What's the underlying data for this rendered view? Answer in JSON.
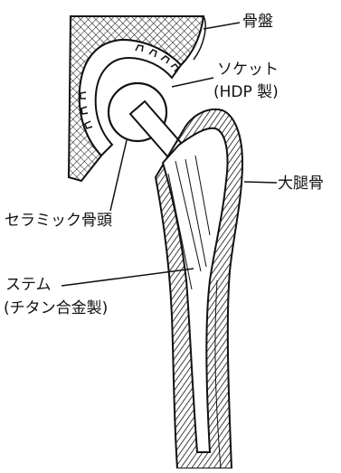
{
  "diagram": {
    "labels": {
      "pelvis": "骨盤",
      "socket_line1": "ソケット",
      "socket_line2": "(HDP 製)",
      "femur": "大腿骨",
      "ceramic_head": "セラミック骨頭",
      "stem_line1": "ステム",
      "stem_line2": "(チタン合金製)"
    },
    "colors": {
      "ink": "#111111",
      "background": "#ffffff"
    }
  }
}
